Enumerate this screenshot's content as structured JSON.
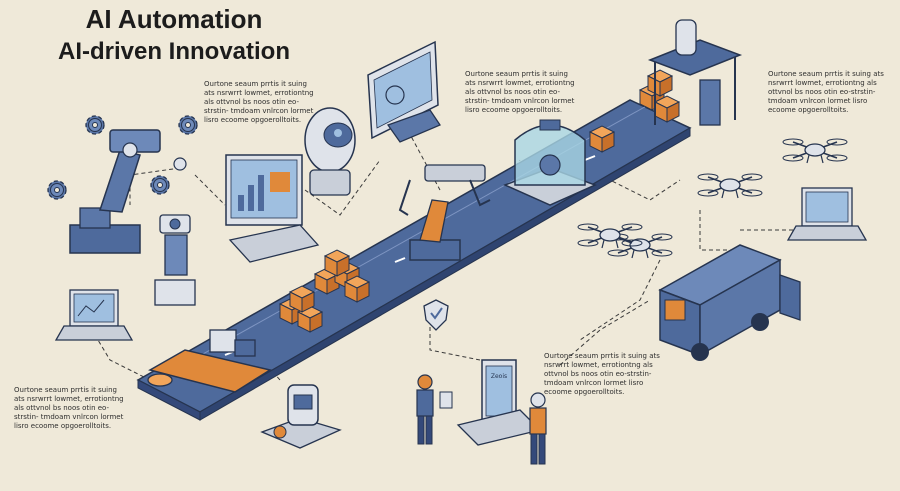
{
  "header": {
    "title": "AI Automation",
    "subtitle": "AI-driven Innovation"
  },
  "notes": [
    "Ourtone seaum prrtis it suing ats nsrwrrt lowmet, errotiontng als ottvnol bs noos otin eo-strstin- tmdoam vnlrcon lormet lisro ecoome opgoerolltoits.",
    "Ourtone seaum prrtis it suing ats nsrwrrt lowmet, errotiontng als ottvnol bs noos otin eo-strstin- tmdoam vnlrcon lormet lisro ecoome opgoerolltoits.",
    "Ourtone seaum prrtis it suing ats nsrwrrt lowmet, errotiontng als ottvnol bs noos otin eo-strstin- tmdoam vnlrcon lormet lisro ecoome opgoerolltoits.",
    "Ourtone seaum prrtis it suing ats nsrwrrt lowmet, errotiontng als ottvnol bs noos otin eo-strstin- tmdoam vnlrcon lormet lisro ecoome opgoerolltoits.",
    "Ourtone seaum prrtis it suing ats nsrwrrt lowmet, errotiontng als ottvnol bs noos otin eo-strstin- tmdoam vnlrcon lormet lisro ecoome opgoerolltoits."
  ],
  "tablet_label": "Zeois",
  "colors": {
    "background": "#efe9d9",
    "conveyor": "#4e6a9c",
    "accent_orange": "#e0893a",
    "outline": "#26344f",
    "screen": "#9fbfe0",
    "glass": "#a9d6e4"
  }
}
